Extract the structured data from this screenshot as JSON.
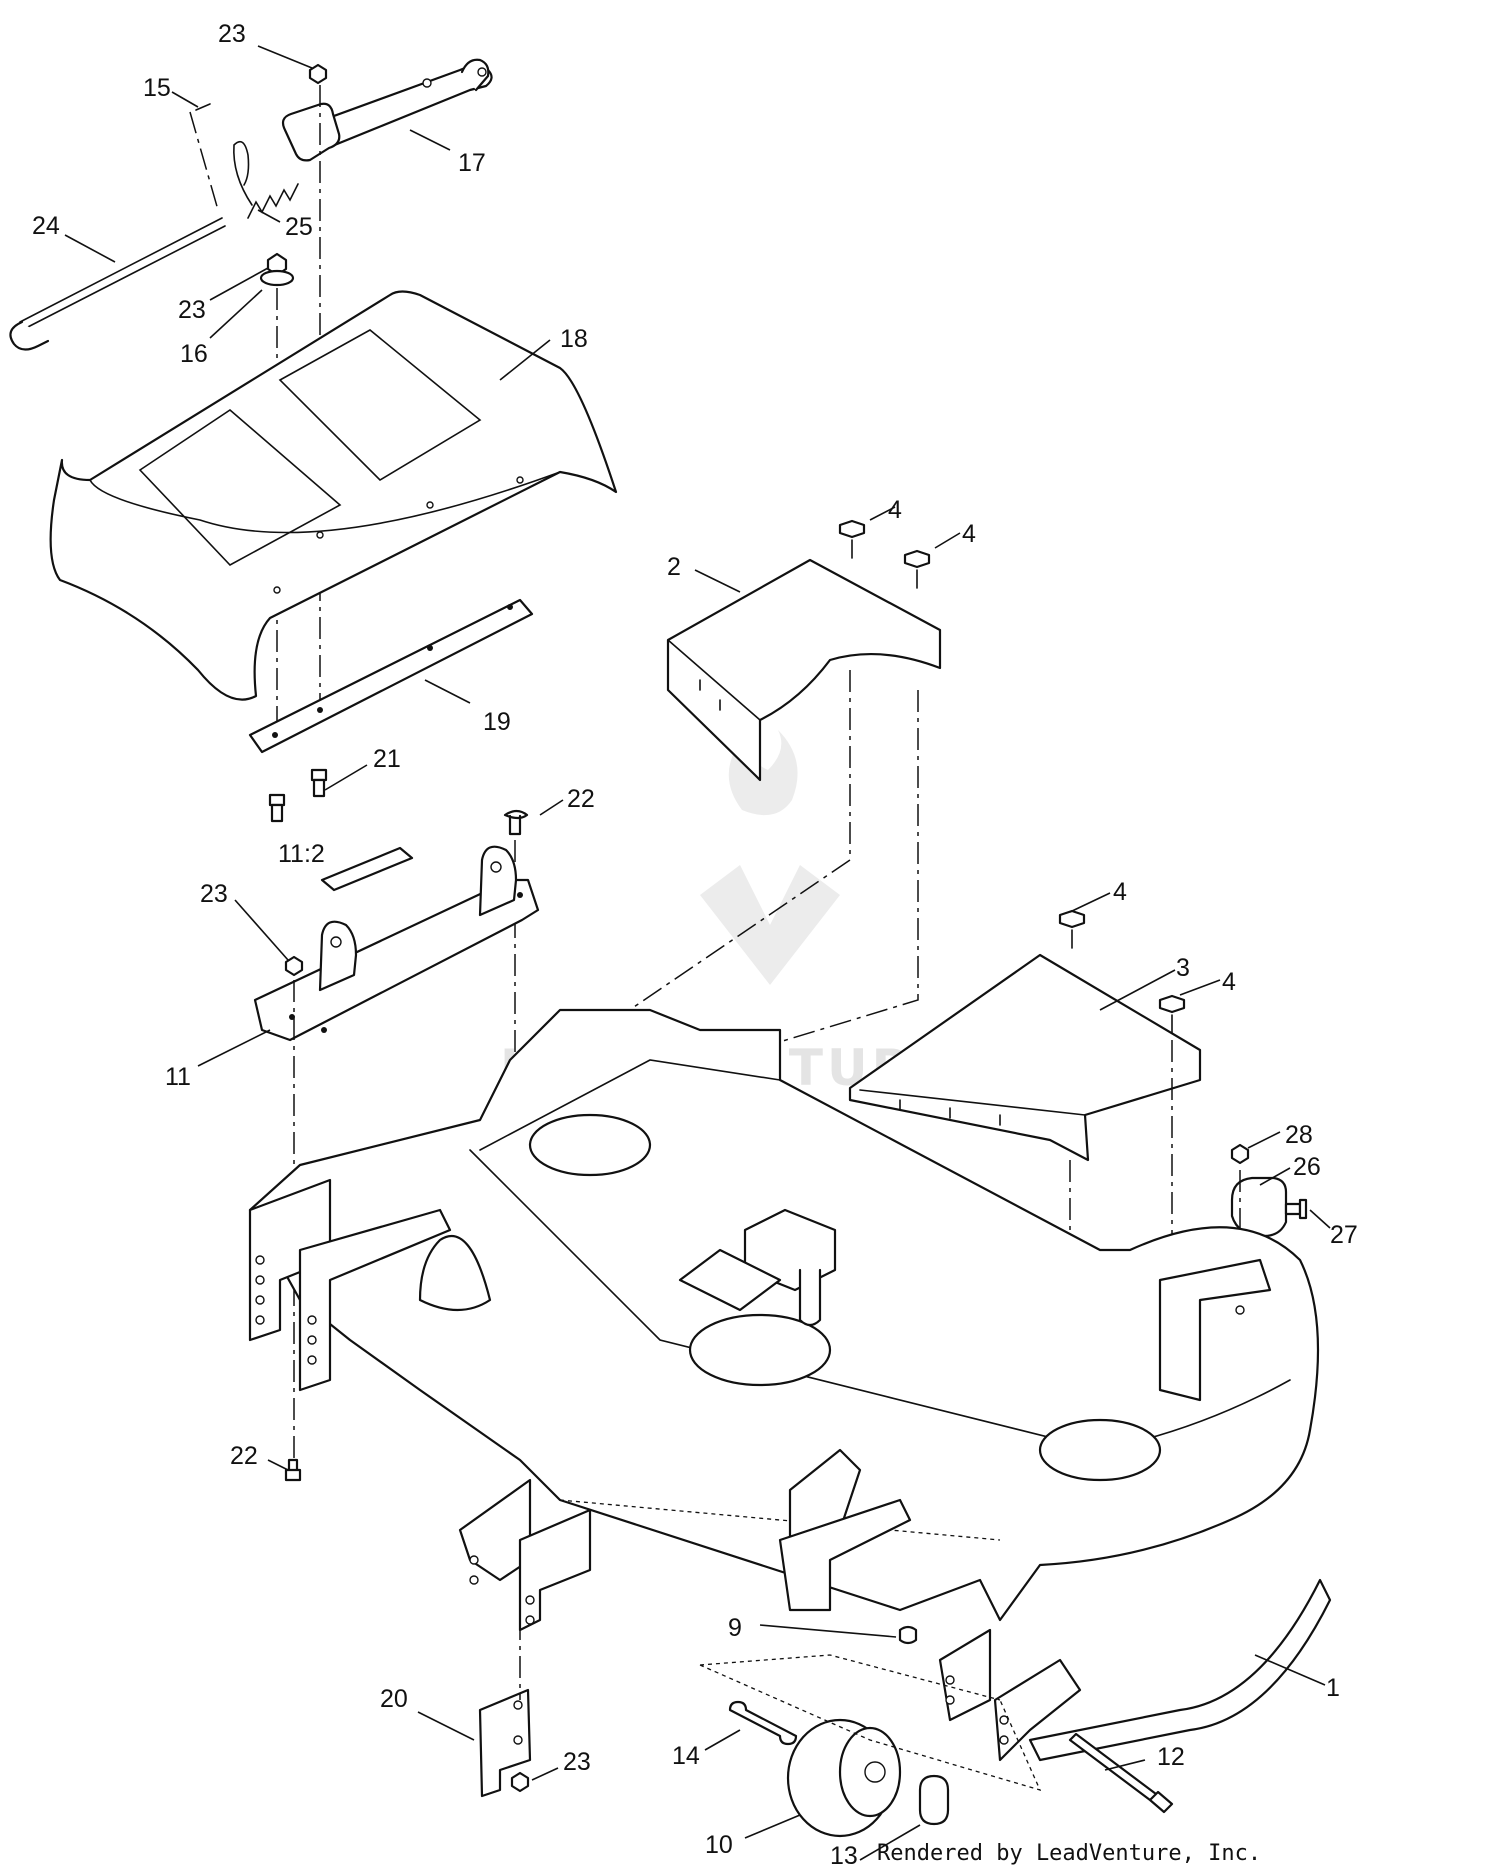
{
  "callouts": {
    "c23a": "23",
    "c15": "15",
    "c17": "17",
    "c25": "25",
    "c24": "24",
    "c23b": "23",
    "c16": "16",
    "c18": "18",
    "c4a": "4",
    "c4b": "4",
    "c2": "2",
    "c19": "19",
    "c21": "21",
    "c22a": "22",
    "c11_2": "11:2",
    "c23c": "23",
    "c4c": "4",
    "c3": "3",
    "c4d": "4",
    "c11": "11",
    "c28": "28",
    "c26": "26",
    "c27": "27",
    "c22b": "22",
    "c9": "9",
    "c1": "1",
    "c20": "20",
    "c14": "14",
    "c12": "12",
    "c23d": "23",
    "c10": "10",
    "c13": "13"
  },
  "credit": "Rendered by LeadVenture, Inc.",
  "watermark": "LEADVENTURE",
  "colors": {
    "line": "#111111",
    "background": "#ffffff",
    "watermark": "#e4e4e4"
  }
}
